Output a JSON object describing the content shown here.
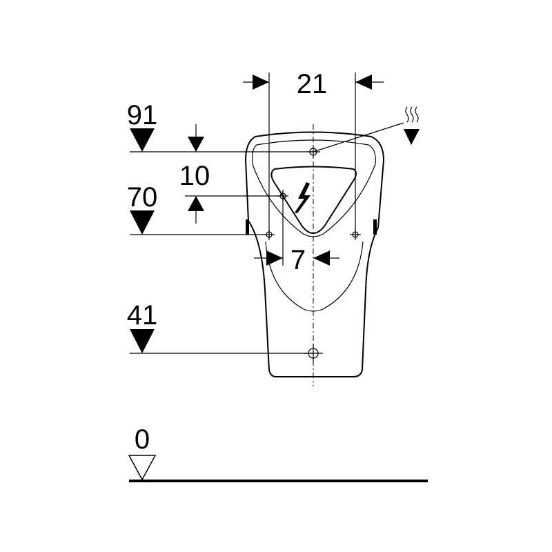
{
  "dimensions": {
    "width_top": "21",
    "height_top": "91",
    "offset_upper": "10",
    "height_mid": "70",
    "offset_side": "7",
    "height_drain": "41",
    "floor_level": "0"
  },
  "icons": {
    "water_supply": "hot-water-supply-icon",
    "electrical": "electrical-connection-icon",
    "level_marker": "level-triangle-icon"
  },
  "colors": {
    "line": "#000000",
    "background": "#ffffff"
  }
}
